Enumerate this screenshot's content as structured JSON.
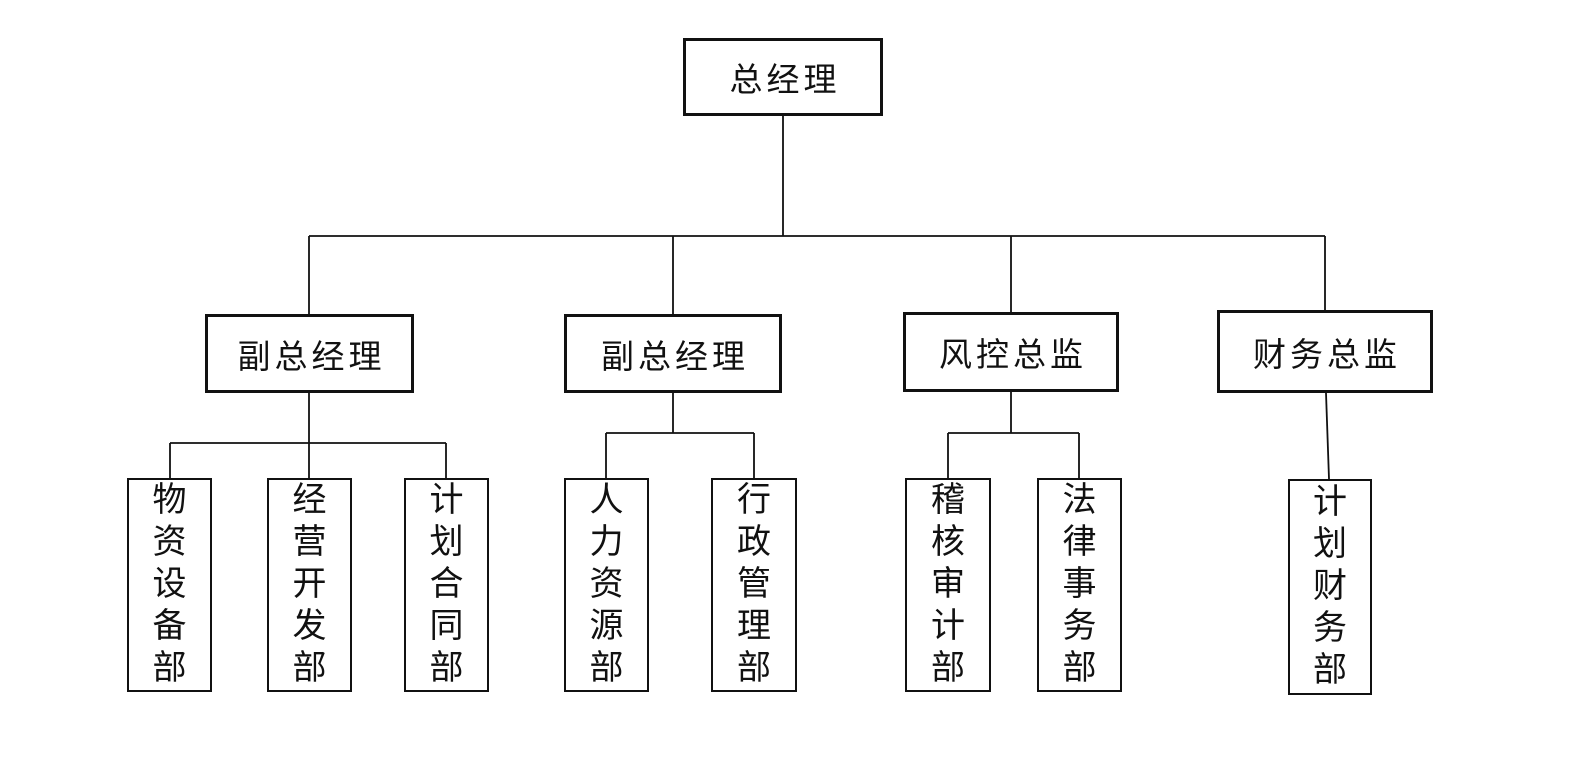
{
  "diagram": {
    "type": "org-chart",
    "root": {
      "label": "总经理"
    },
    "managers": [
      {
        "label": "副总经理"
      },
      {
        "label": "副总经理"
      },
      {
        "label": "风控总监"
      },
      {
        "label": "财务总监"
      }
    ],
    "departments": [
      {
        "label": "物资设备部",
        "parent": "副总经理"
      },
      {
        "label": "经营开发部",
        "parent": "副总经理"
      },
      {
        "label": "计划合同部",
        "parent": "副总经理"
      },
      {
        "label": "人力资源部",
        "parent": "副总经理"
      },
      {
        "label": "行政管理部",
        "parent": "副总经理"
      },
      {
        "label": "稽核审计部",
        "parent": "风控总监"
      },
      {
        "label": "法律事务部",
        "parent": "风控总监"
      },
      {
        "label": "计划财务部",
        "parent": "财务总监"
      }
    ],
    "colors": {
      "line": "#111111",
      "box_border": "#111111",
      "background": "#ffffff",
      "text": "#111111"
    }
  }
}
